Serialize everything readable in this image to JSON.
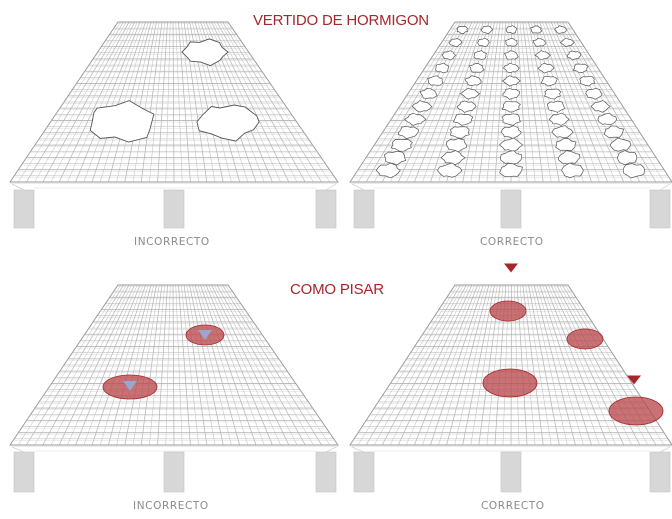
{
  "sections": [
    {
      "title": "VERTIDO DE HORMIGON",
      "panels": [
        {
          "caption": "INCORRECTO"
        },
        {
          "caption": "CORRECTO"
        }
      ]
    },
    {
      "title": "COMO PISAR",
      "panels": [
        {
          "caption": "INCORRECTO"
        },
        {
          "caption": "CORRECTO"
        }
      ]
    }
  ],
  "colors": {
    "title": "#a8262b",
    "caption": "#8a8a8a",
    "mesh": "#b4b4b4",
    "footprint": "#b94a4e",
    "footprint_stroke": "#a8262b",
    "marker_incorrect": "#9aa6cf",
    "marker_correct": "#a8262b",
    "support": "#d7d7d7",
    "concrete_outline": "#555555"
  },
  "icons": {
    "concrete_blob": "concrete-pile-icon",
    "footprint": "footprint-zone-icon",
    "step_marker": "down-triangle-icon"
  }
}
